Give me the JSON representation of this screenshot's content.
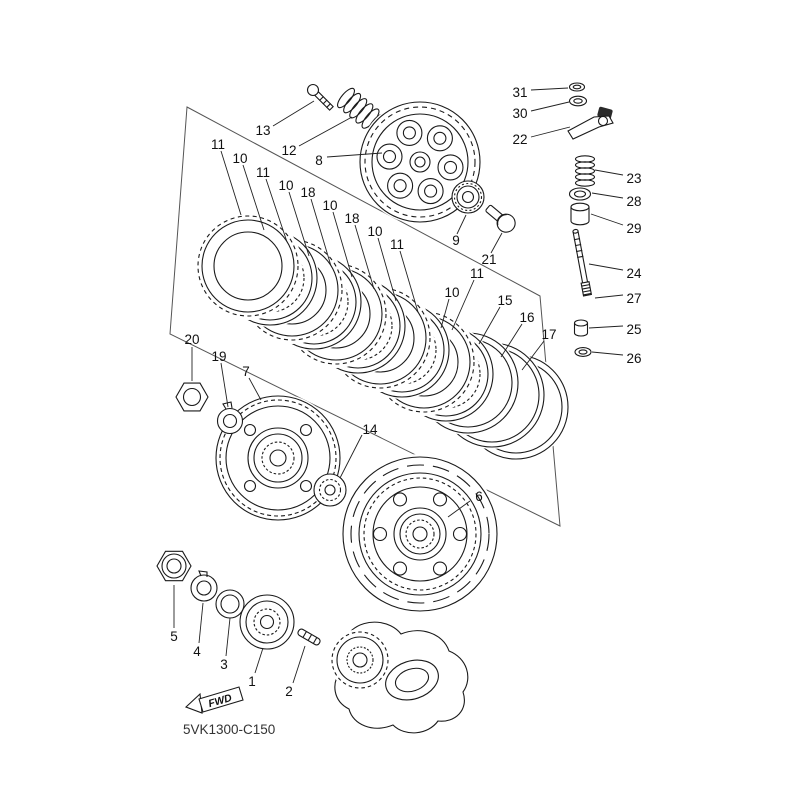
{
  "diagram": {
    "code": "5VK1300-C150",
    "fwd_label": "FWD",
    "colors": {
      "line": "#1a1a1a",
      "background": "#ffffff"
    },
    "callouts": [
      {
        "label": "13"
      },
      {
        "label": "12"
      },
      {
        "label": "8"
      },
      {
        "label": "31"
      },
      {
        "label": "30"
      },
      {
        "label": "22"
      },
      {
        "label": "23"
      },
      {
        "label": "28"
      },
      {
        "label": "29"
      },
      {
        "label": "24"
      },
      {
        "label": "27"
      },
      {
        "label": "25"
      },
      {
        "label": "26"
      },
      {
        "label": "11"
      },
      {
        "label": "10"
      },
      {
        "label": "11"
      },
      {
        "label": "10"
      },
      {
        "label": "18"
      },
      {
        "label": "10"
      },
      {
        "label": "18"
      },
      {
        "label": "10"
      },
      {
        "label": "11"
      },
      {
        "label": "9"
      },
      {
        "label": "21"
      },
      {
        "label": "10"
      },
      {
        "label": "11"
      },
      {
        "label": "15"
      },
      {
        "label": "16"
      },
      {
        "label": "17"
      },
      {
        "label": "20"
      },
      {
        "label": "19"
      },
      {
        "label": "7"
      },
      {
        "label": "14"
      },
      {
        "label": "6"
      },
      {
        "label": "5"
      },
      {
        "label": "4"
      },
      {
        "label": "3"
      },
      {
        "label": "1"
      },
      {
        "label": "2"
      }
    ]
  }
}
